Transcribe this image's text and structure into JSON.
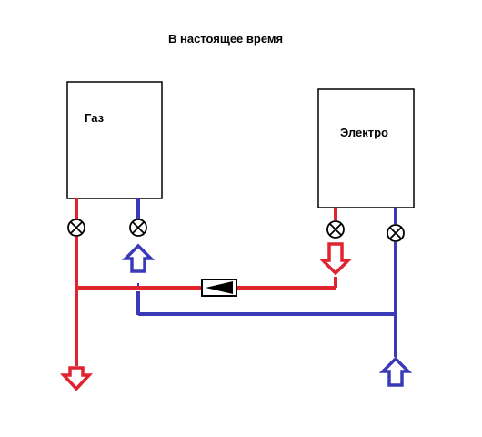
{
  "title": "В  настоящее время",
  "boilers": {
    "gas": {
      "label": "Газ"
    },
    "electric": {
      "label": "Электро"
    }
  },
  "colors": {
    "hot_pipe": "#e0232e",
    "cold_pipe": "#3a3ab8",
    "outline": "#000000",
    "background": "#ffffff"
  },
  "icons": {
    "valve": "valve-icon",
    "check_valve": "check-valve-icon",
    "flow_arrow": "flow-arrow-icon"
  }
}
